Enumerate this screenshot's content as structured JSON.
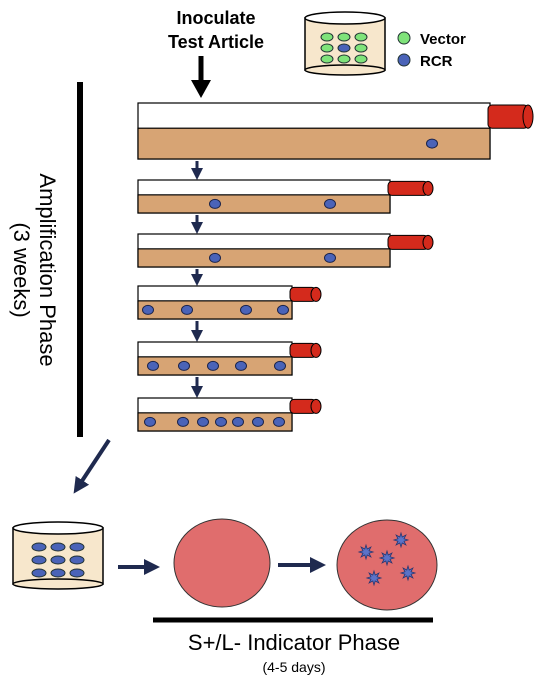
{
  "inoculate": {
    "line1": "Inoculate",
    "line2": "Test Article"
  },
  "legend": {
    "items": [
      {
        "label": "Vector",
        "color": "#7fe37a"
      },
      {
        "label": "RCR",
        "color": "#4a63b8"
      }
    ]
  },
  "amplification": {
    "line1": "Amplification Phase",
    "line2": "(3 weeks)"
  },
  "indicator": {
    "title": "S+/L- Indicator Phase",
    "duration": "(4-5 days)"
  },
  "flasks": [
    {
      "size": "large",
      "rcr_count": 1
    },
    {
      "size": "medium",
      "rcr_count": 2
    },
    {
      "size": "medium",
      "rcr_count": 2
    },
    {
      "size": "small",
      "rcr_count": 4
    },
    {
      "size": "small",
      "rcr_count": 5
    },
    {
      "size": "small",
      "rcr_count": 7
    }
  ],
  "colors": {
    "medium": "#d7a474",
    "cap": "#d42a1c",
    "arrow": "#1f2a4f",
    "rcr": "#4a63b8",
    "vector": "#7fe37a",
    "plate": "#e06d6d",
    "focus": "#5b73c8"
  }
}
